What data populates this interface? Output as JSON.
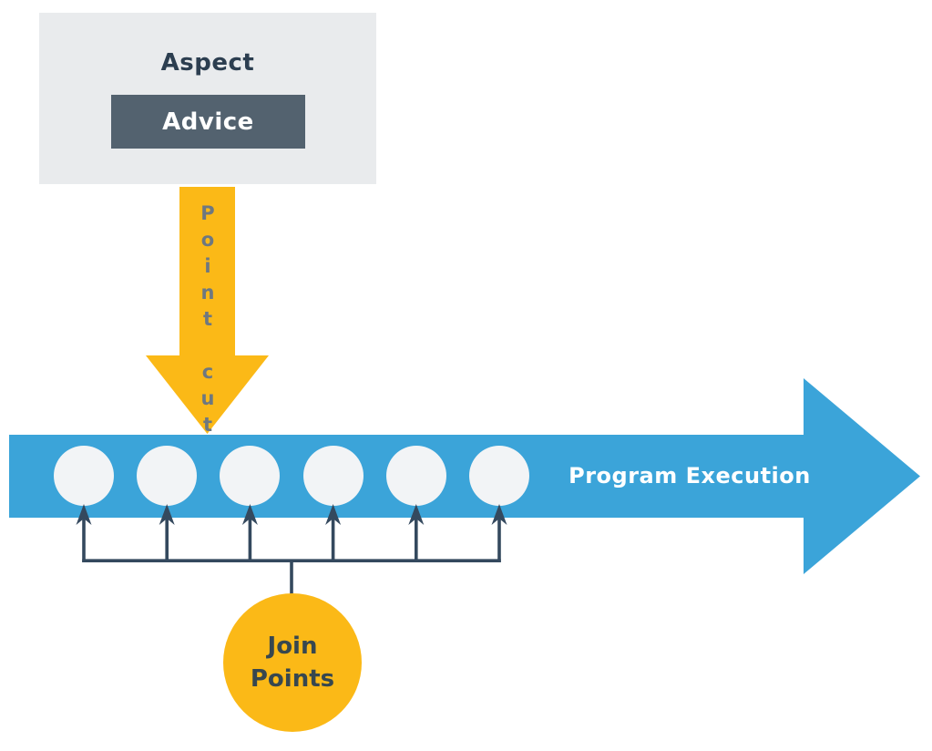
{
  "diagram": {
    "aspect": {
      "label": "Aspect",
      "advice_label": "Advice"
    },
    "pointcut": {
      "label": "Point cut"
    },
    "program": {
      "label": "Program Execution"
    },
    "join_points": {
      "label": "Join Points",
      "count": 6
    }
  },
  "colors": {
    "box_bg": "#E9EBED",
    "slate": "#53626F",
    "dark_text": "#2C3E50",
    "yellow": "#FBB917",
    "pointcut_text": "#6E7880",
    "blue": "#3BA4D9",
    "circle": "#F2F4F6",
    "line": "#34495E",
    "join_text": "#37474F"
  }
}
